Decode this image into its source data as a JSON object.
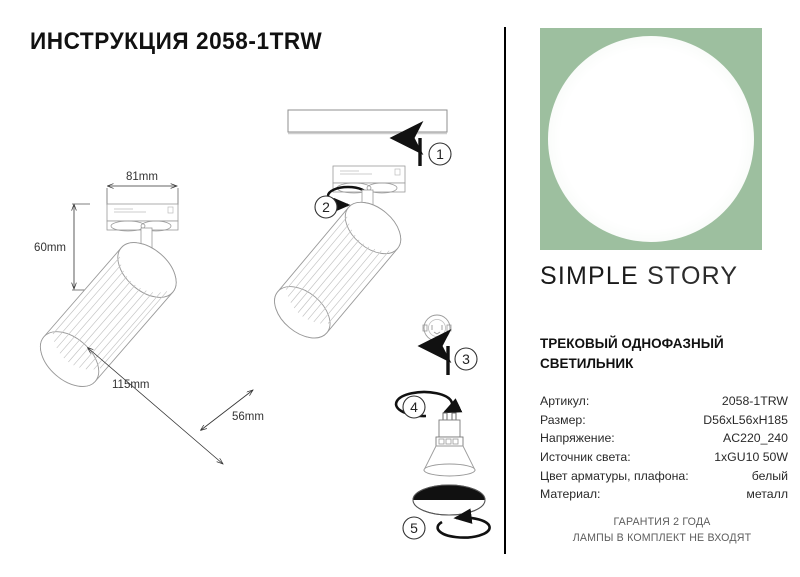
{
  "document": {
    "title": "ИНСТРУКЦИЯ 2058-1TRW"
  },
  "brand": {
    "word_primary": "SIMPLE",
    "word_secondary": "STORY",
    "image_bg_color": "#9dbf9f",
    "glow_color": "#ffffff"
  },
  "product": {
    "type_line_1": "ТРЕКОВЫЙ  ОДНОФАЗНЫЙ",
    "type_line_2": "СВЕТИЛЬНИК"
  },
  "specs": [
    {
      "label": "Артикул:",
      "value": "2058-1TRW"
    },
    {
      "label": "Размер:",
      "value": "D56xL56xH185"
    },
    {
      "label": "Напряжение:",
      "value": "AC220_240"
    },
    {
      "label": "Источник света:",
      "value": "1xGU10 50W"
    },
    {
      "label": "Цвет арматуры, плафона:",
      "value": "белый"
    },
    {
      "label": "Материал:",
      "value": "металл"
    }
  ],
  "footer": {
    "line_1": "ГАРАНТИЯ 2 ГОДА",
    "line_2": "ЛАМПЫ В КОМПЛЕКТ НЕ ВХОДЯТ"
  },
  "dimensions": {
    "width_label": "81mm",
    "height_label": "60mm",
    "length_label": "115mm",
    "diameter_label": "56mm"
  },
  "steps": [
    {
      "number": "1",
      "action": "insert-adapter-into-track"
    },
    {
      "number": "2",
      "action": "rotate-adapter-to-lock"
    },
    {
      "number": "3",
      "action": "insert-lamp-into-socket"
    },
    {
      "number": "4",
      "action": "rotate-bulb-to-lock"
    },
    {
      "number": "5",
      "action": "rotate-ring-to-lock"
    }
  ]
}
